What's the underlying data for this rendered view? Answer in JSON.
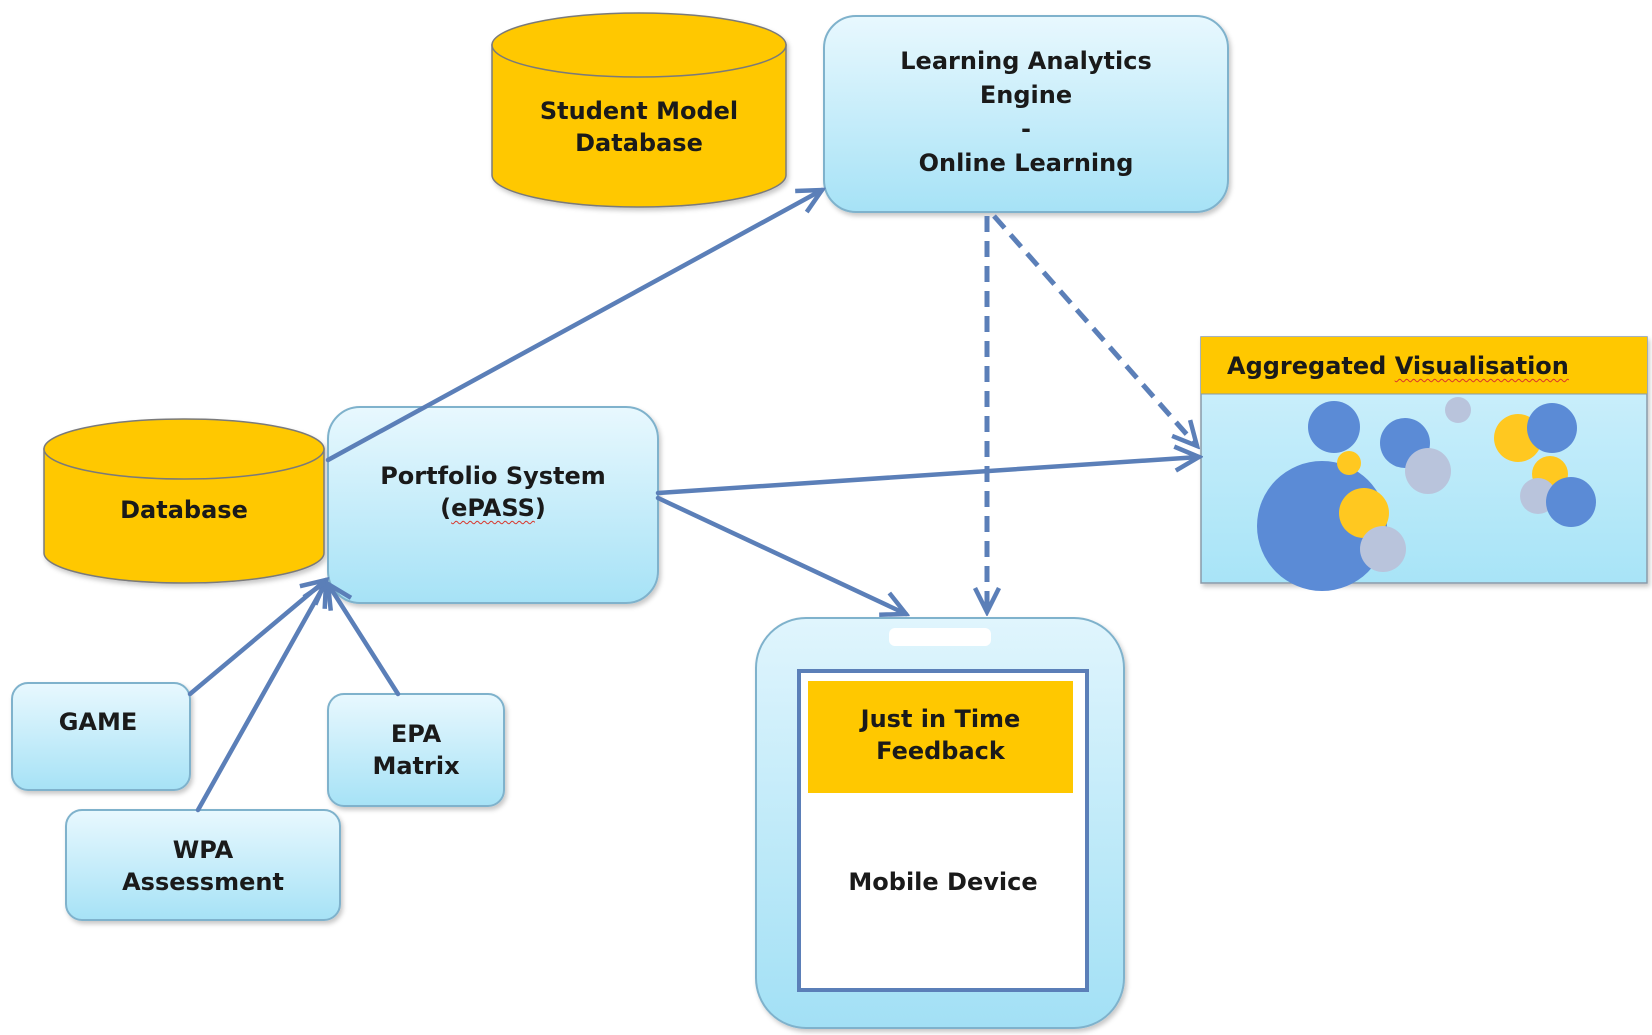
{
  "nodes": {
    "student_model_db": {
      "line1": "Student Model",
      "line2": "Database"
    },
    "la_engine": {
      "line1": "Learning Analytics",
      "line2": "Engine",
      "line3": "-",
      "line4": "Online Learning"
    },
    "portfolio": {
      "line1": "Portfolio System",
      "line2_open": "(",
      "line2_word": "ePASS",
      "line2_close": ")"
    },
    "database": {
      "label": "Database"
    },
    "game": {
      "label": "GAME"
    },
    "epa": {
      "line1": "EPA",
      "line2": "Matrix"
    },
    "wpa": {
      "line1": "WPA",
      "line2": "Assessment"
    },
    "aggregated": {
      "title_a": "Aggregated ",
      "title_b": "Visualisation"
    },
    "mobile": {
      "feedback_line1": "Just in Time",
      "feedback_line2": "Feedback",
      "device_label": "Mobile Device"
    }
  },
  "colors": {
    "cylinder_fill": "#ffc800",
    "box_fill_top": "#e6f7fd",
    "box_fill_bottom": "#a8e4f7",
    "box_stroke": "#7fb2cc",
    "arrow": "#5b7fb8",
    "bubble_blue": "#5b8bd6",
    "bubble_gray": "#b9c4dc",
    "bubble_yellow": "#ffc820"
  }
}
